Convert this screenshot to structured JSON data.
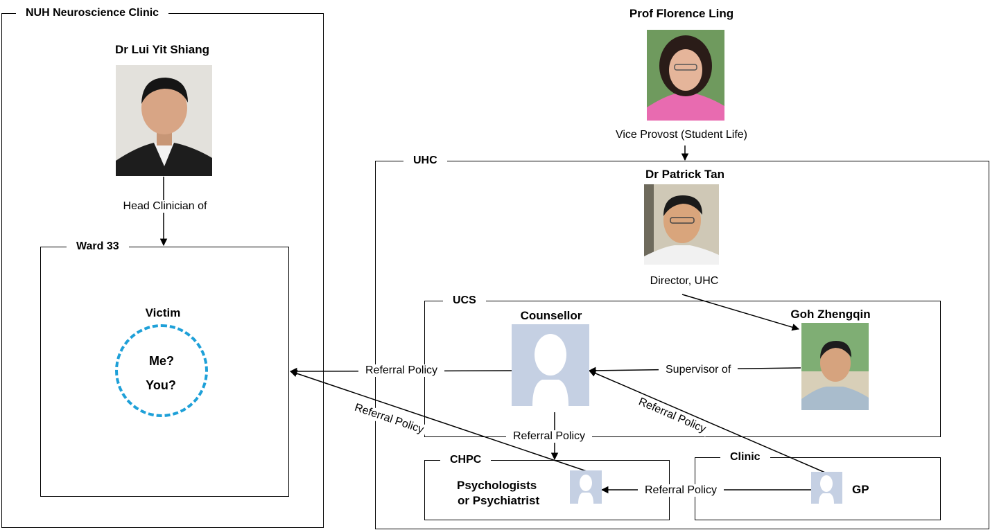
{
  "groups": {
    "nuh": "NUH  Neuroscience Clinic",
    "ward": "Ward 33",
    "uhc": "UHC",
    "ucs": "UCS",
    "chpc": "CHPC",
    "clinic": "Clinic"
  },
  "people": {
    "lui": {
      "name": "Dr Lui Yit Shiang",
      "role": "Head Clinician of"
    },
    "ling": {
      "name": "Prof Florence Ling",
      "role": "Vice Provost (Student Life)"
    },
    "tan": {
      "name": "Dr Patrick Tan",
      "role": "Director, UHC"
    },
    "counsellor": {
      "name": "Counsellor"
    },
    "goh": {
      "name": "Goh Zhengqin"
    },
    "psych": {
      "line1": "Psychologists",
      "line2": "or Psychiatrist"
    },
    "gp": {
      "name": "GP"
    }
  },
  "victim": {
    "title": "Victim",
    "line1": "Me?",
    "line2": "You?"
  },
  "edges": {
    "referral": "Referral Policy",
    "supervisor": "Supervisor of"
  },
  "colors": {
    "victim_circle": "#1ea0d8",
    "silhouette": "#c5d0e3"
  }
}
